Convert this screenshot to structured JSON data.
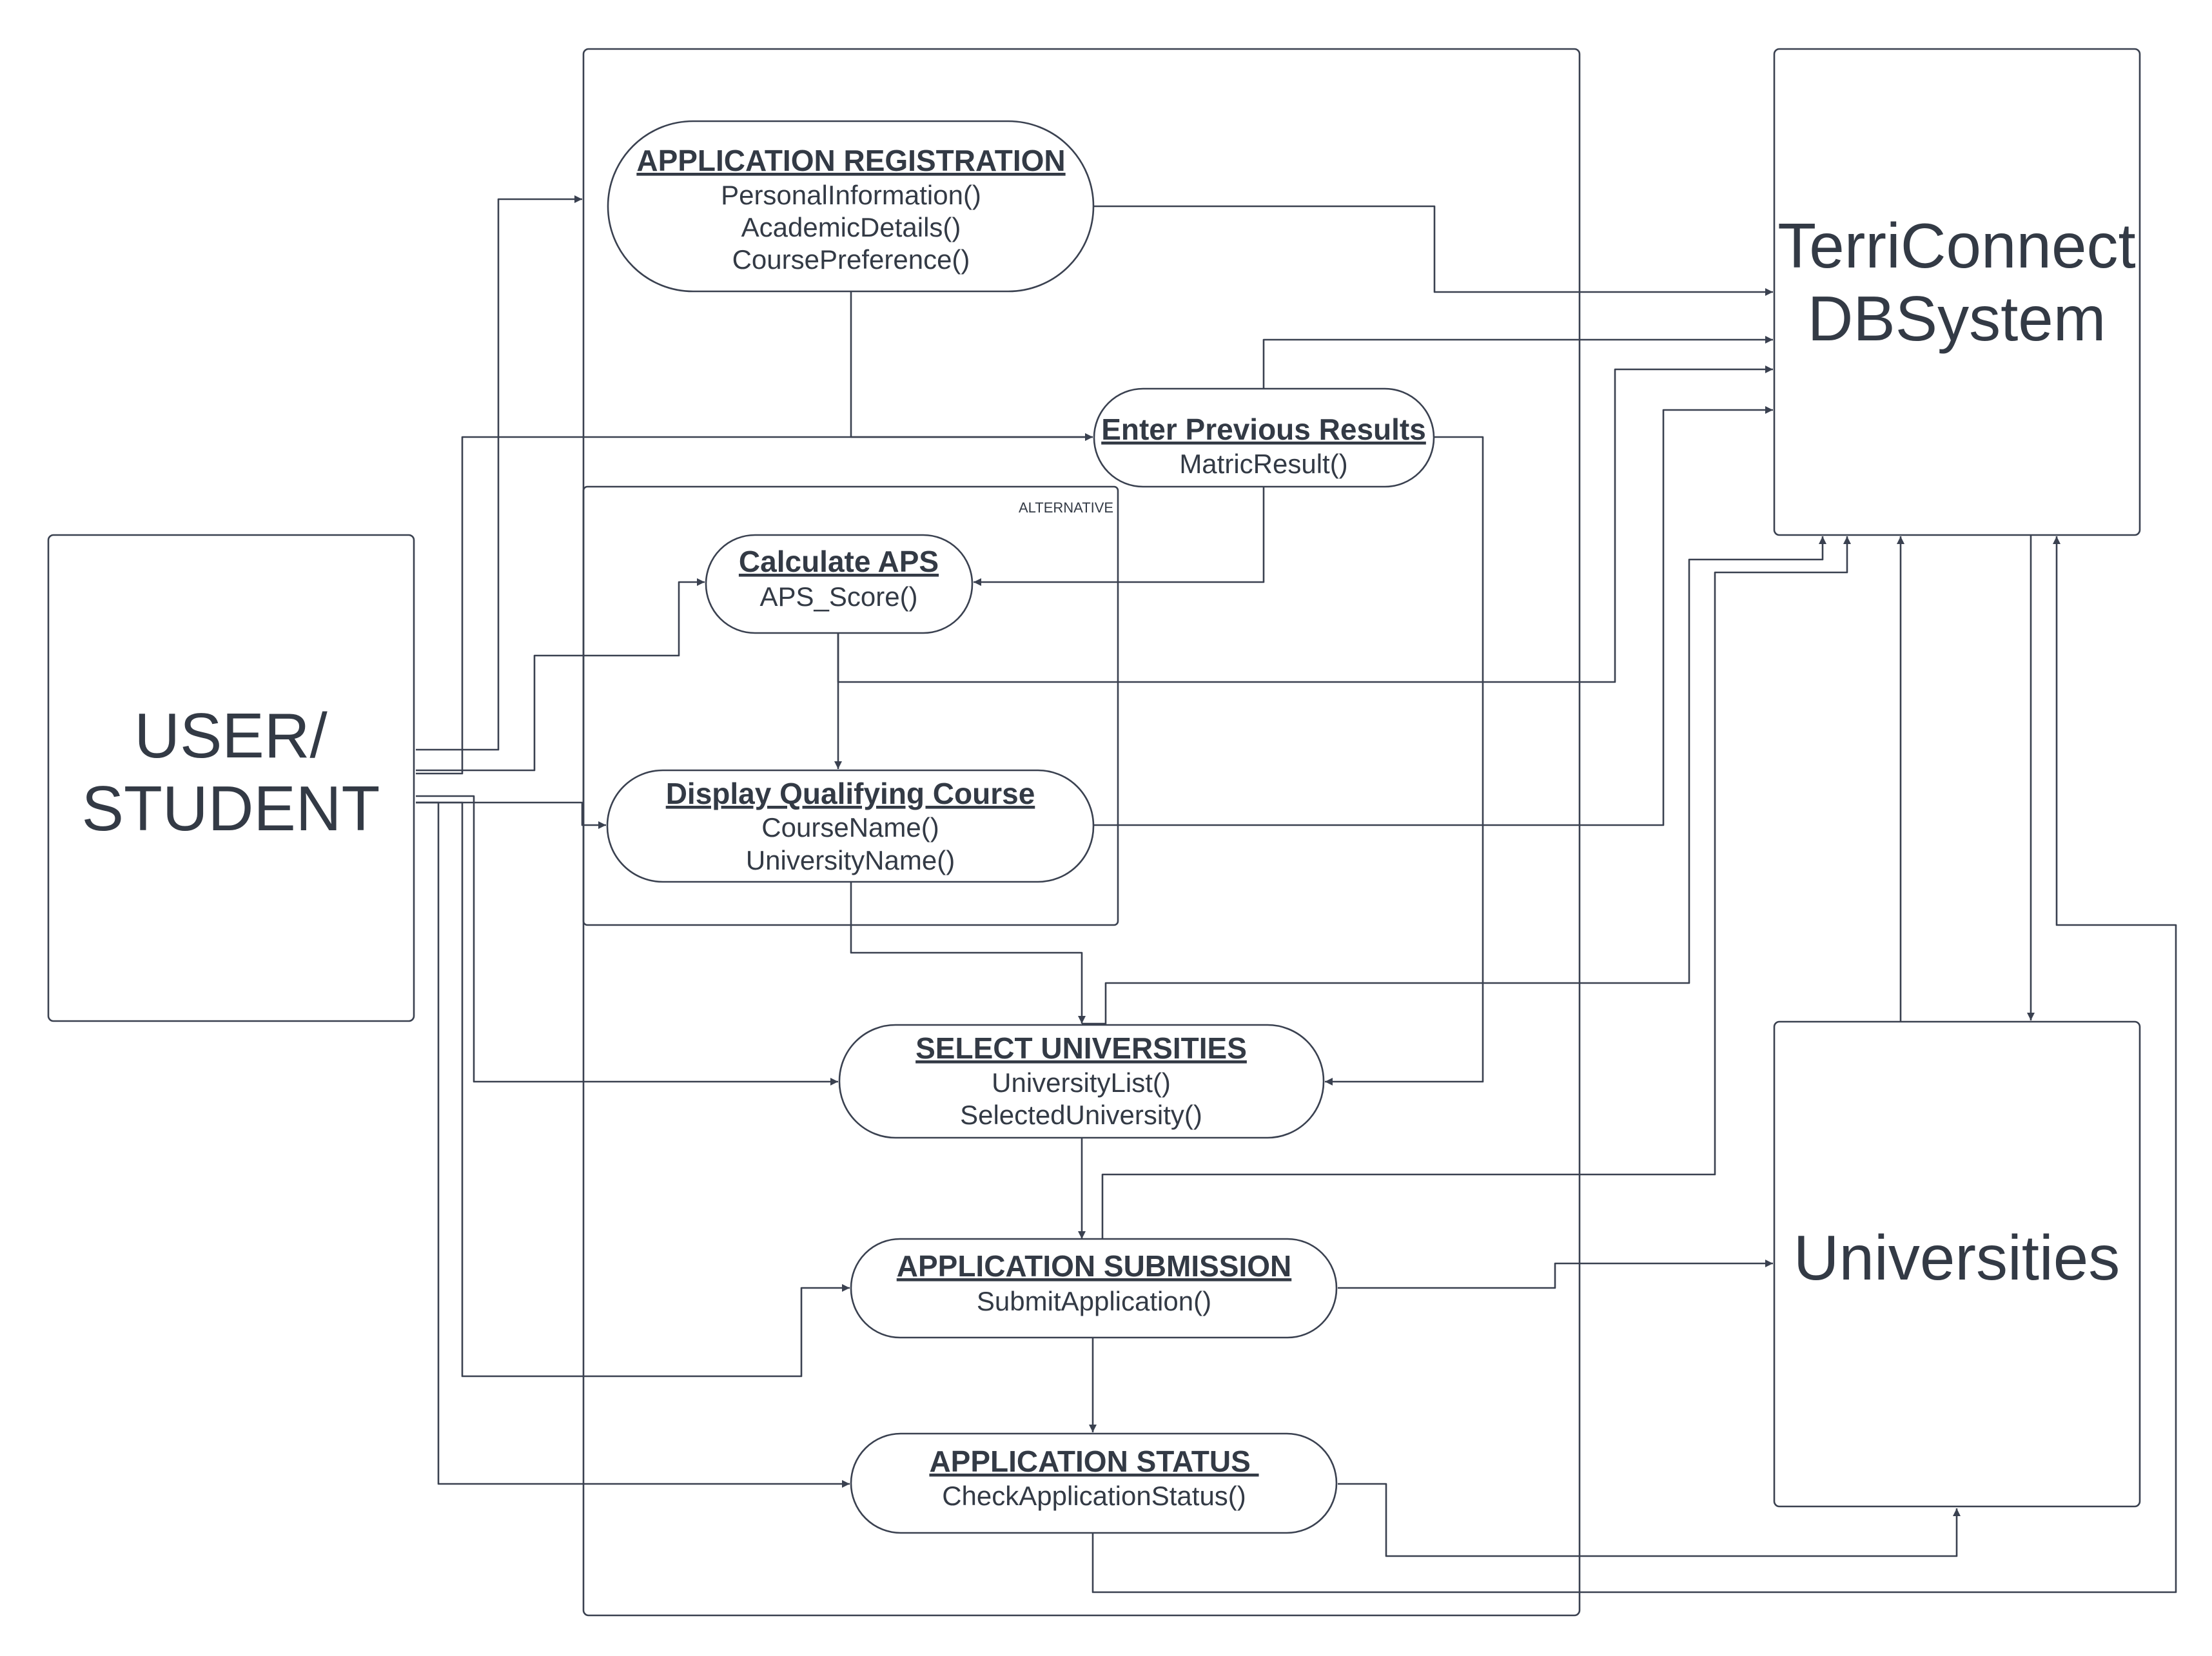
{
  "actors": {
    "user": [
      "USER/",
      "STUDENT"
    ],
    "db": [
      "TerriConnect",
      "DBSystem"
    ],
    "universities": [
      "Universities"
    ]
  },
  "alternative_label": "ALTERNATIVE",
  "use_cases": {
    "registration": {
      "title": "APPLICATION REGISTRATION",
      "methods": [
        "PersonalInformation()",
        "AcademicDetails()",
        "CoursePreference()"
      ]
    },
    "previous_results": {
      "title": "Enter Previous Results",
      "methods": [
        "MatricResult()"
      ]
    },
    "calculate_aps": {
      "title": "Calculate APS",
      "methods": [
        "APS_Score()"
      ]
    },
    "qualifying_course": {
      "title": "Display Qualifying Course",
      "methods": [
        "CourseName()",
        "UniversityName()"
      ]
    },
    "select_universities": {
      "title": "SELECT UNIVERSITIES",
      "methods": [
        "UniversityList()",
        "SelectedUniversity()"
      ]
    },
    "submission": {
      "title": "APPLICATION SUBMISSION",
      "methods": [
        "SubmitApplication()"
      ]
    },
    "status": {
      "title": "APPLICATION STATUS ",
      "methods": [
        "CheckApplicationStatus()"
      ]
    }
  },
  "colors": {
    "line": "#3a4150",
    "text": "#333a45",
    "background": "#ffffff"
  }
}
